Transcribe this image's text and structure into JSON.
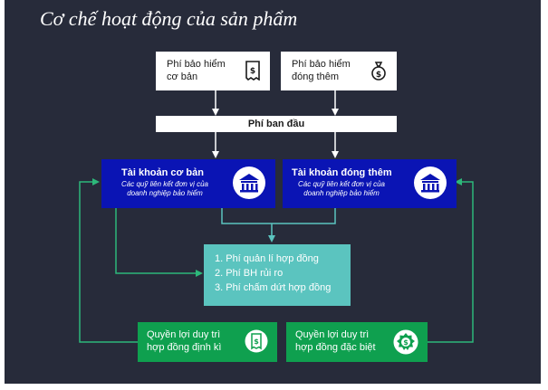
{
  "title": "Cơ chế hoạt động của sản phẩm",
  "base_fee": {
    "line1": "Phí bảo hiểm",
    "line2": "cơ bản",
    "icon": "receipt-icon"
  },
  "extra_fee": {
    "line1": "Phí bảo hiểm",
    "line2": "đóng thêm",
    "icon": "money-bag-icon"
  },
  "initial_fee": "Phí ban đầu",
  "base_account": {
    "title": "Tài khoản cơ bản",
    "sub1": "Các quỹ liên kết đơn vị của",
    "sub2": "doanh nghiệp bảo hiểm",
    "icon": "bank-icon"
  },
  "extra_account": {
    "title": "Tài khoản đóng thêm",
    "sub1": "Các quỹ liên kết đơn vị của",
    "sub2": "doanh nghiệp bảo hiểm",
    "icon": "bank-icon"
  },
  "fees_list": [
    "1. Phí quản lí hợp đồng",
    "2. Phí BH rủi ro",
    "3. Phí chấm dứt hợp đồng"
  ],
  "periodic_benefit": {
    "line1": "Quyền lợi duy trì",
    "line2": "hợp đồng định kì",
    "icon": "receipt-icon"
  },
  "special_benefit": {
    "line1": "Quyền lợi duy trì",
    "line2": "hợp đồng đặc biệt",
    "icon": "dollar-gear-icon"
  },
  "colors": {
    "background": "#272b3a",
    "account_blue": "#0a14b4",
    "fee_teal": "#5bc4bf",
    "benefit_green": "#0fa04f",
    "connector_green": "#2db87a",
    "connector_teal": "#5bc4bf",
    "arrow_white": "#ffffff"
  }
}
